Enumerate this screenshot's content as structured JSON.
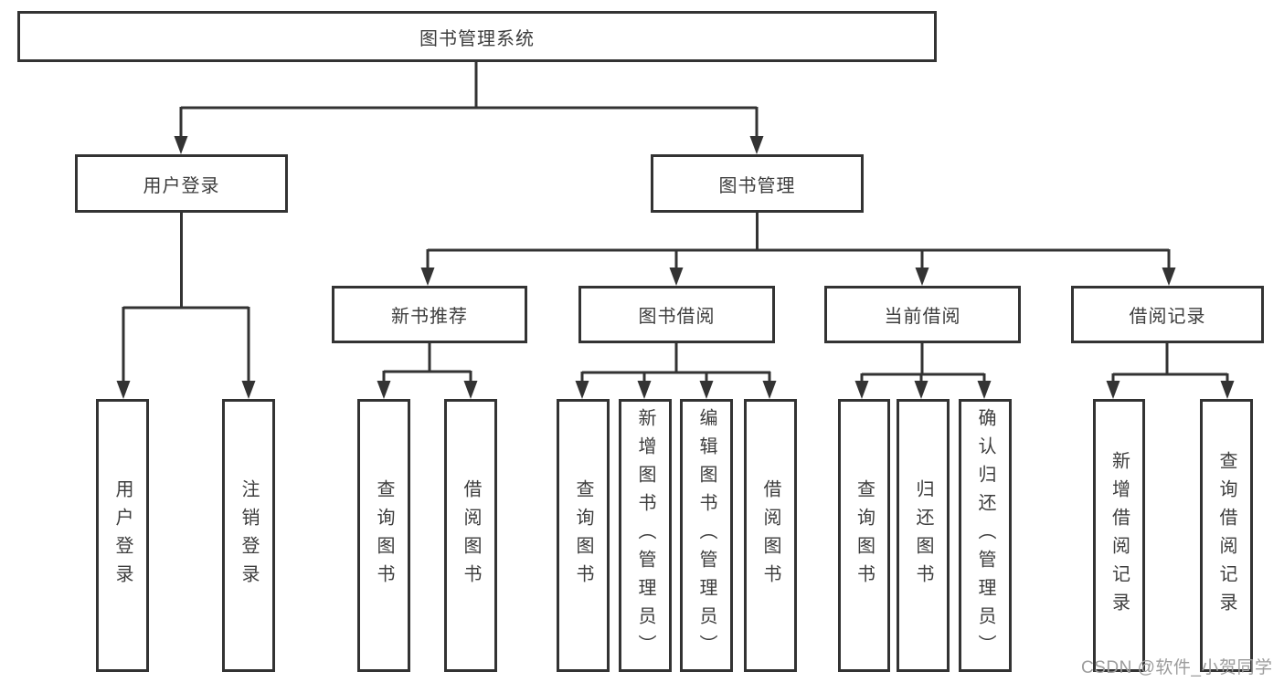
{
  "colors": {
    "line": "#333333",
    "text": "#3d3d3d",
    "watermark": "#9c9c9c",
    "background": "#ffffff"
  },
  "diagram": {
    "root": {
      "label": "图书管理系统"
    },
    "branches": [
      {
        "label": "用户登录"
      },
      {
        "label": "图书管理"
      }
    ],
    "modules": [
      {
        "label": "新书推荐"
      },
      {
        "label": "图书借阅"
      },
      {
        "label": "当前借阅"
      },
      {
        "label": "借阅记录"
      }
    ],
    "leaves": [
      {
        "label": "用户登录"
      },
      {
        "label": "注销登录"
      },
      {
        "label": "查询图书"
      },
      {
        "label": "借阅图书"
      },
      {
        "label": "查询图书"
      },
      {
        "label": "新增图书（管理员）"
      },
      {
        "label": "编辑图书（管理员）"
      },
      {
        "label": "借阅图书"
      },
      {
        "label": "查询图书"
      },
      {
        "label": "归还图书"
      },
      {
        "label": "确认归还（管理员）"
      },
      {
        "label": "新增借阅记录"
      },
      {
        "label": "查询借阅记录"
      }
    ]
  },
  "watermark": {
    "text": "CSDN @软件_小贺同学"
  }
}
